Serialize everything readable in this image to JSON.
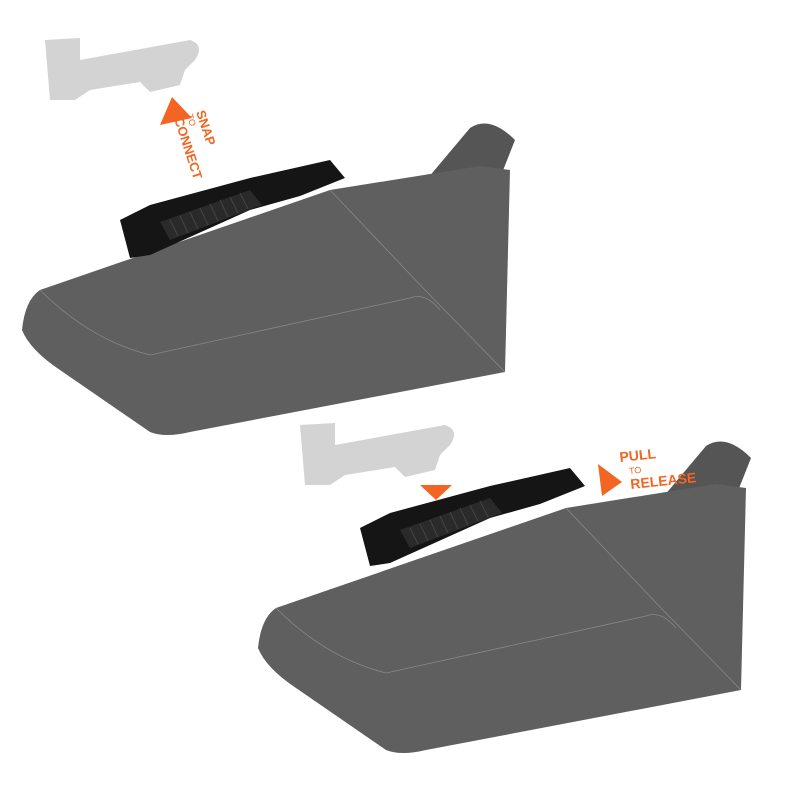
{
  "colors": {
    "accent": "#f26522",
    "body": "#5f5f5f",
    "mount": "#151515",
    "ghost": "#d3d3d3"
  },
  "snap_label": {
    "line1": "SNAP",
    "line2": "TO",
    "line3": "CONNECT"
  },
  "pull_label": {
    "line1": "PULL",
    "line2": "TO",
    "line3": "RELEASE"
  }
}
